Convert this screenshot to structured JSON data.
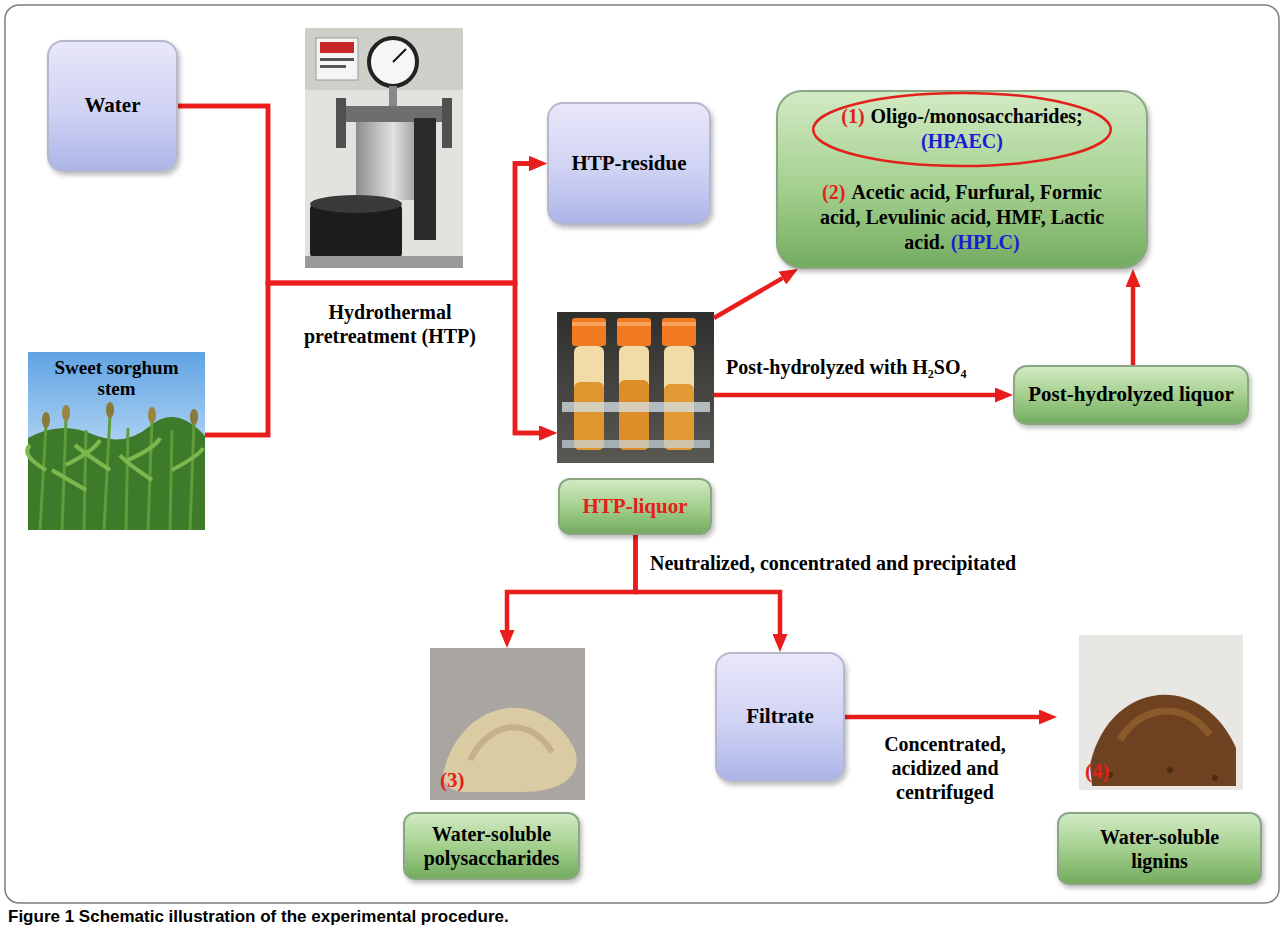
{
  "diagram": {
    "caption": "Figure 1 Schematic illustration of the experimental procedure.",
    "nodes": [
      {
        "text": [
          "Water"
        ]
      },
      {
        "text": [
          "HTP-residue"
        ]
      },
      {
        "text": [
          "(1)",
          "Oligo-/monosaccharides;",
          "(HPAEC)",
          "(2)",
          "Acetic acid, Furfural, Formic acid, Levulinic acid, HMF, Lactic acid.",
          "(HPLC)"
        ]
      },
      {
        "text": [
          "Sweet sorghum stem"
        ]
      },
      {
        "text": [
          "HTP-liquor"
        ]
      },
      {
        "text": [
          "Post-hydrolyzed liquor"
        ]
      },
      {
        "text": [
          "(3)",
          "Water-soluble polysaccharides"
        ]
      },
      {
        "text": [
          "Filtrate"
        ]
      },
      {
        "text": [
          "(4)",
          "Water-soluble lignins"
        ]
      }
    ],
    "edges": [
      {
        "from": 0,
        "to": 1,
        "arrow": "to",
        "label": "Hydrothermal pretreatment (HTP)"
      },
      {
        "from": 0,
        "to": 4,
        "arrow": "to"
      },
      {
        "from": 3,
        "to": 1,
        "arrow": "to"
      },
      {
        "from": 3,
        "to": 4,
        "arrow": "to"
      },
      {
        "from": 4,
        "to": 2,
        "arrow": "to"
      },
      {
        "from": 4,
        "to": 5,
        "arrow": "to",
        "label": "Post-hydrolyzed with H₂SO₄"
      },
      {
        "from": 5,
        "to": 2,
        "arrow": "to"
      },
      {
        "from": 4,
        "to": 6,
        "arrow": "to",
        "label": "Neutralized, concentrated and precipitated"
      },
      {
        "from": 4,
        "to": 7,
        "arrow": "to"
      },
      {
        "from": 7,
        "to": 8,
        "arrow": "to",
        "label": "Concentrated, acidized and centrifuged"
      }
    ]
  }
}
